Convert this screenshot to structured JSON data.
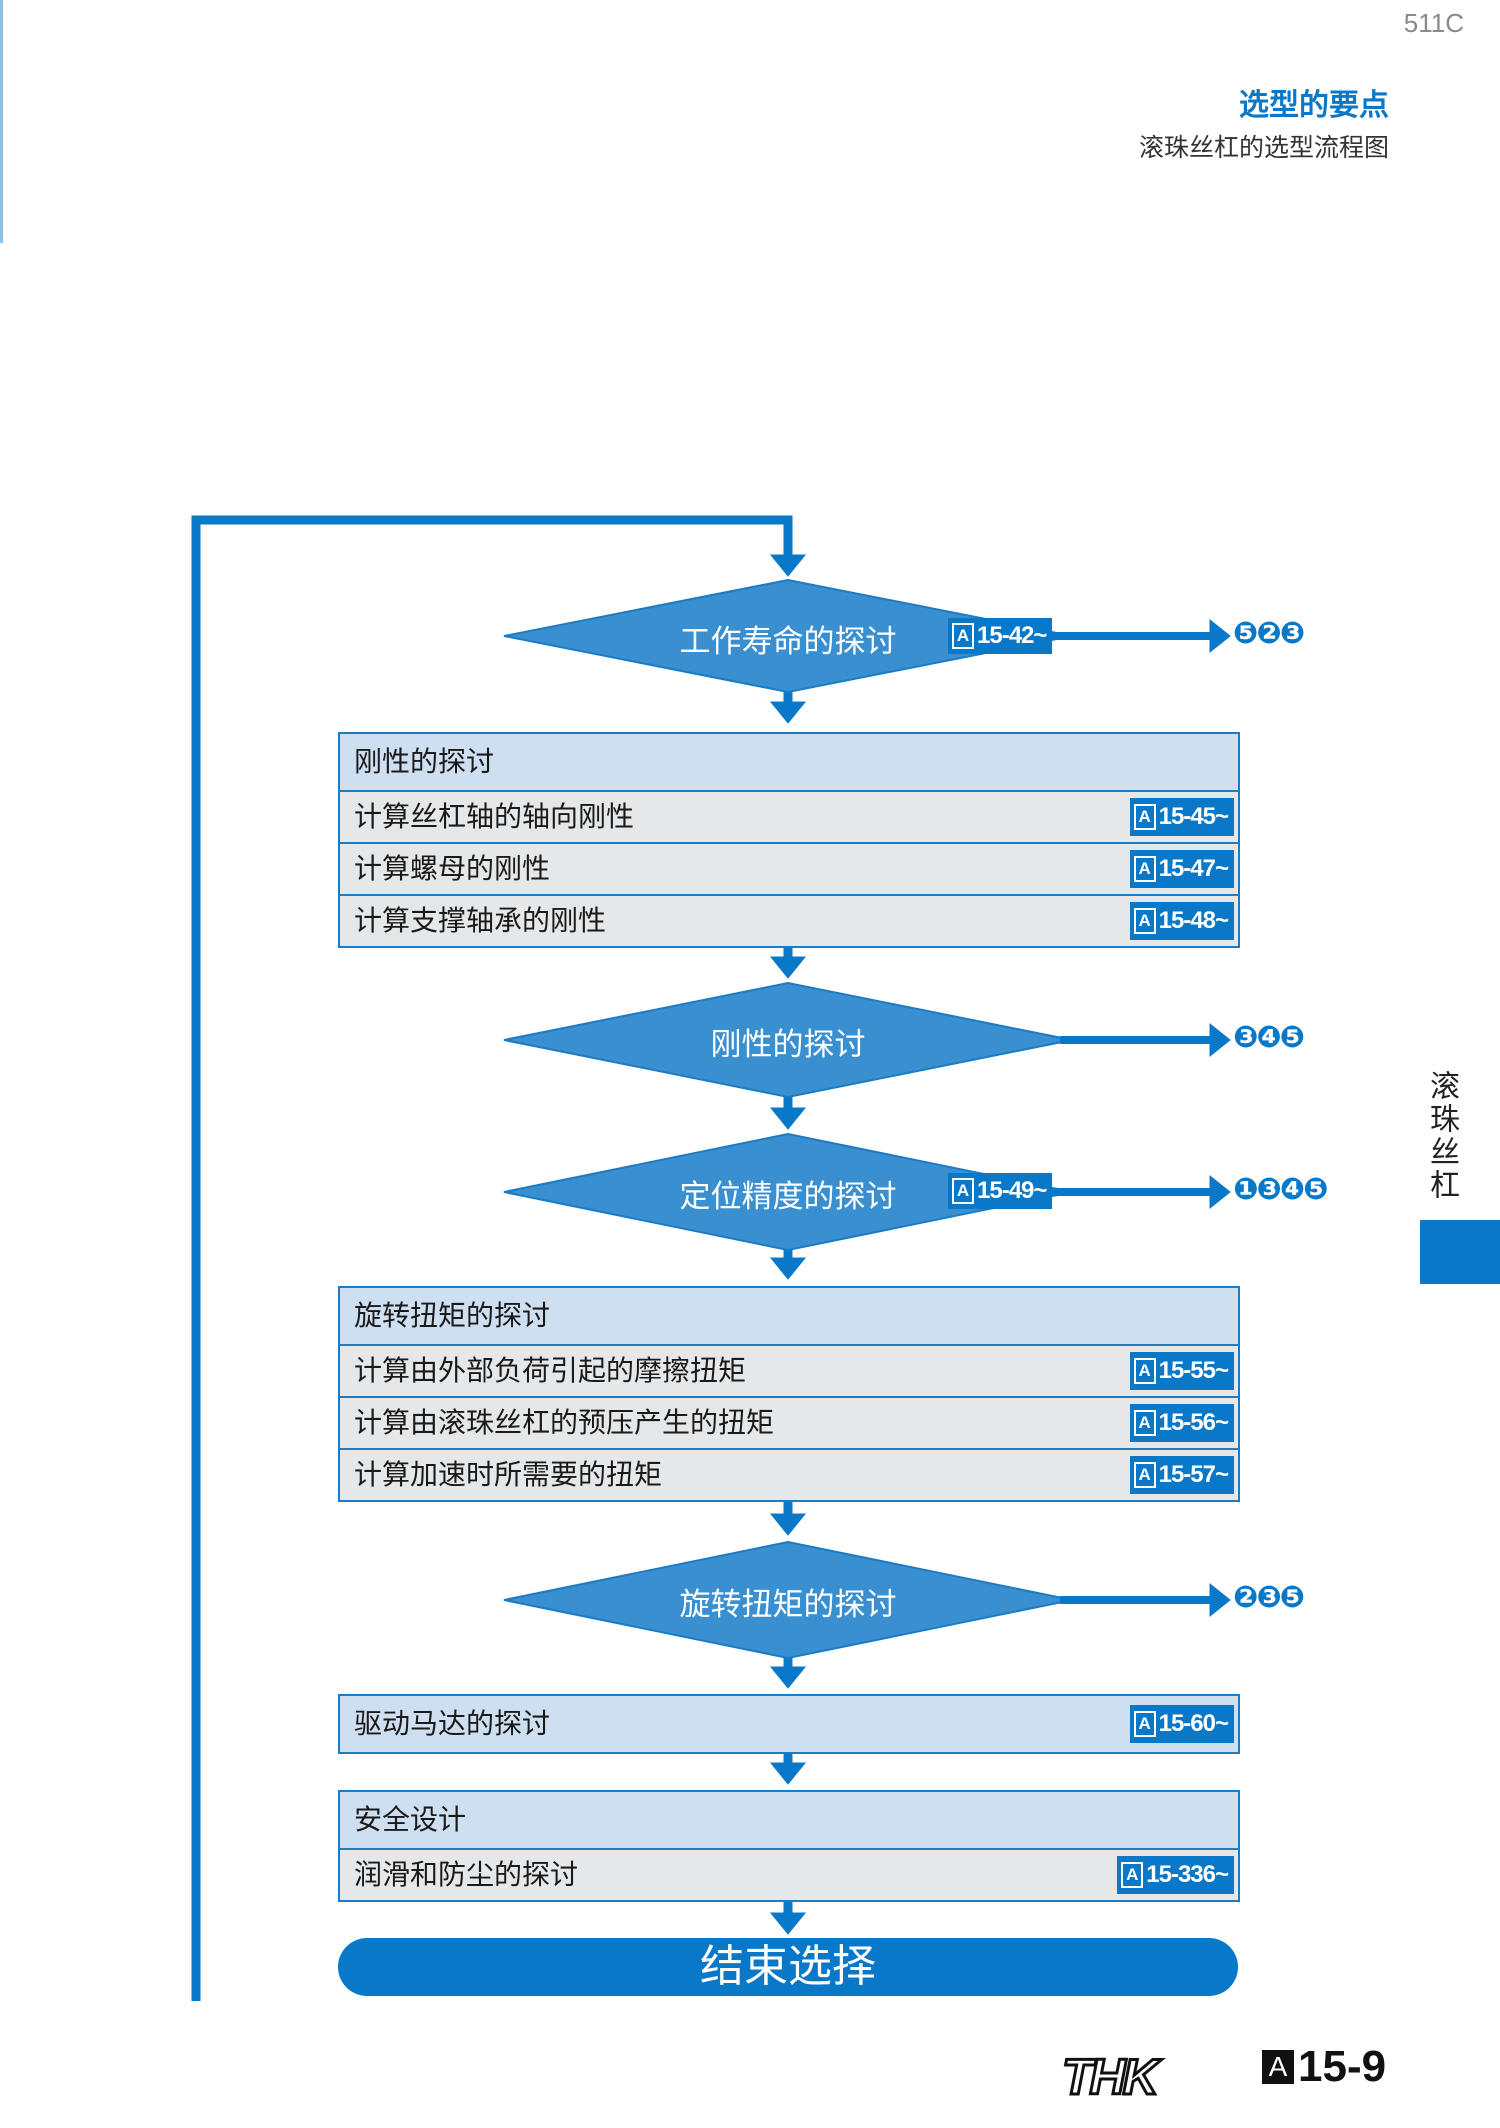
{
  "header": {
    "page_code": "511C",
    "section_title": "选型的要点",
    "section_subtitle": "滚珠丝杠的选型流程图"
  },
  "side_tab": {
    "label": "滚珠丝杠",
    "color": "#0a78c8"
  },
  "colors": {
    "accent": "#0a78c8",
    "diamond": "#3a8fd0",
    "box_header": "#cfdff2",
    "box_row": "#e6e7e8"
  },
  "flow": {
    "diamond_life": {
      "label": "工作寿命的探讨",
      "ref_prefix": "A",
      "ref": "15-42~",
      "marks": "❺❷❸"
    },
    "box_rigidity": {
      "header": "刚性的探讨",
      "rows": [
        {
          "label": "计算丝杠轴的轴向刚性",
          "ref_prefix": "A",
          "ref": "15-45~"
        },
        {
          "label": "计算螺母的刚性",
          "ref_prefix": "A",
          "ref": "15-47~"
        },
        {
          "label": "计算支撑轴承的刚性",
          "ref_prefix": "A",
          "ref": "15-48~"
        }
      ]
    },
    "diamond_rigidity": {
      "label": "刚性的探讨",
      "marks": "❸❹❺"
    },
    "diamond_accuracy": {
      "label": "定位精度的探讨",
      "ref_prefix": "A",
      "ref": "15-49~",
      "marks": "❶❸❹❺"
    },
    "box_torque": {
      "header": "旋转扭矩的探讨",
      "rows": [
        {
          "label": "计算由外部负荷引起的摩擦扭矩",
          "ref_prefix": "A",
          "ref": "15-55~"
        },
        {
          "label": "计算由滚珠丝杠的预压产生的扭矩",
          "ref_prefix": "A",
          "ref": "15-56~"
        },
        {
          "label": "计算加速时所需要的扭矩",
          "ref_prefix": "A",
          "ref": "15-57~"
        }
      ]
    },
    "diamond_torque": {
      "label": "旋转扭矩的探讨",
      "marks": "❷❸❺"
    },
    "box_motor": {
      "header": "驱动马达的探讨",
      "ref_prefix": "A",
      "ref": "15-60~"
    },
    "box_safety": {
      "header": "安全设计",
      "rows": [
        {
          "label": "润滑和防尘的探讨",
          "ref_prefix": "A",
          "ref": "15-336~"
        }
      ]
    },
    "end": {
      "label": "结束选择"
    }
  },
  "footer": {
    "brand": "THK",
    "page_prefix": "A",
    "page_number": "15-9"
  }
}
